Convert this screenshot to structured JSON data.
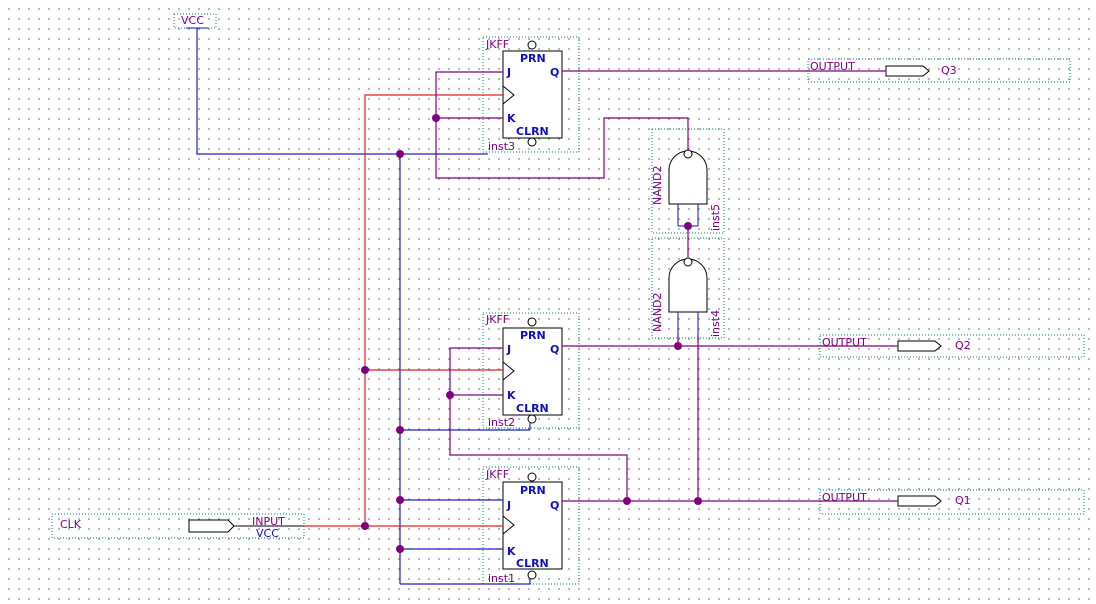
{
  "colors": {
    "signal": "#800080",
    "clock": "#e02020",
    "vcc": "#2020c0",
    "pin": "#1010c0",
    "box": "#000000",
    "frame": "#008080",
    "junction": "#800080"
  },
  "vcc_symbol": {
    "label": "VCC"
  },
  "input_pin": {
    "name": "CLK",
    "kind": "INPUT",
    "default": "VCC"
  },
  "flipflops": [
    {
      "type": "JKFF",
      "inst": "inst3",
      "prn": "PRN",
      "clrn": "CLRN",
      "j": "J",
      "k": "K",
      "q": "Q"
    },
    {
      "type": "JKFF",
      "inst": "inst2",
      "prn": "PRN",
      "clrn": "CLRN",
      "j": "J",
      "k": "K",
      "q": "Q"
    },
    {
      "type": "JKFF",
      "inst": "inst1",
      "prn": "PRN",
      "clrn": "CLRN",
      "j": "J",
      "k": "K",
      "q": "Q"
    }
  ],
  "gates": [
    {
      "type": "NAND2",
      "inst": "inst5"
    },
    {
      "type": "NAND2",
      "inst": "inst4"
    }
  ],
  "outputs": [
    {
      "kind": "OUTPUT",
      "name": "Q3"
    },
    {
      "kind": "OUTPUT",
      "name": "Q2"
    },
    {
      "kind": "OUTPUT",
      "name": "Q1"
    }
  ]
}
